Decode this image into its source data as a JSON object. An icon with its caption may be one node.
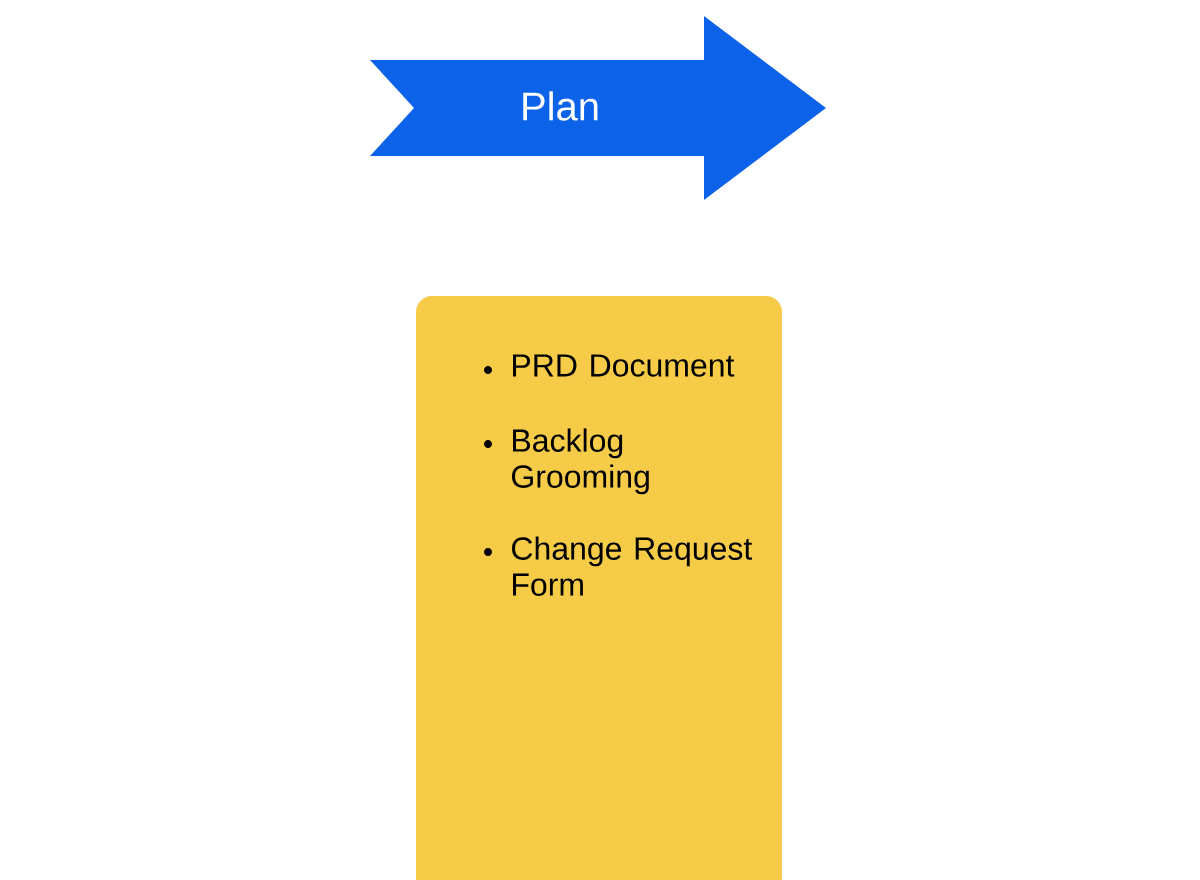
{
  "diagram": {
    "nodes": [
      {
        "text": [
          "Plan"
        ]
      },
      {
        "text": [
          "PRD Document",
          "Backlog Grooming",
          "Change Request Form"
        ]
      }
    ]
  }
}
